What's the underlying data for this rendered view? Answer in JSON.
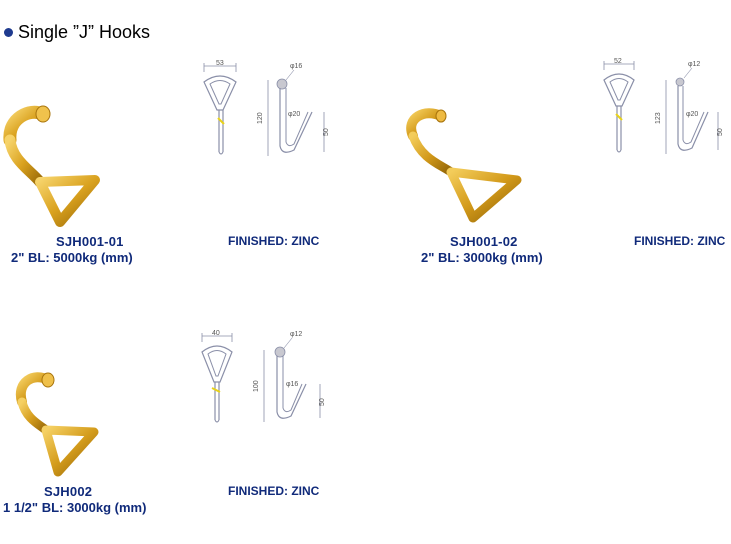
{
  "page": {
    "title": "Single ”J” Hooks"
  },
  "products": [
    {
      "code": "SJH001-01",
      "spec": "2\"  BL: 5000kg (mm)",
      "finish": "FINISHED: ZINC",
      "dims": {
        "width": "53",
        "height": "120",
        "wire": "φ16",
        "hook": "φ20",
        "depth": "50"
      }
    },
    {
      "code": "SJH001-02",
      "spec": "2\"   BL: 3000kg (mm)",
      "finish": "FINISHED: ZINC",
      "dims": {
        "width": "52",
        "height": "123",
        "wire": "φ12",
        "hook": "φ20",
        "depth": "50"
      }
    },
    {
      "code": "SJH002",
      "spec": "1 1/2\" BL: 3000kg (mm)",
      "finish": "FINISHED: ZINC",
      "dims": {
        "width": "40",
        "height": "100",
        "wire": "φ12",
        "hook": "φ16",
        "depth": "50"
      }
    }
  ],
  "colors": {
    "label_blue": "#102a7a",
    "hook_gold": "#d9a11e",
    "drawing_line": "#8a8fa8",
    "accent_yellow": "#e8d21a"
  }
}
